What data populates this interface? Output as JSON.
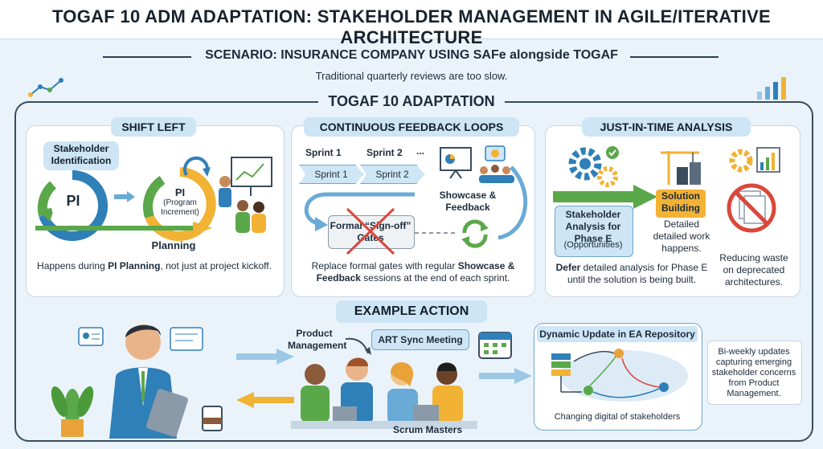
{
  "title": "TOGAF 10 ADM ADAPTATION: STAKEHOLDER MANAGEMENT IN AGILE/ITERATIVE ARCHITECTURE",
  "scenario": "SCENARIO: INSURANCE COMPANY USING SAFe alongside TOGAF",
  "scenario_sub": "Traditional quarterly reviews are too slow.",
  "adaptation_heading": "TOGAF 10 ADAPTATION",
  "panels": {
    "shift_left": {
      "title": "SHIFT LEFT",
      "stakeholder_tag": "Stakeholder Identification",
      "pi_left": "PI",
      "pi_right": "PI",
      "pi_right_sub": "(Program Increment)",
      "planning": "Planning",
      "caption_pre": "Happens during ",
      "caption_bold": "PI Planning",
      "caption_post": ", not just at project kickoff."
    },
    "feedback": {
      "title": "CONTINUOUS FEEDBACK LOOPS",
      "sprint1_head": "Sprint 1",
      "sprint2_head": "Sprint 2",
      "ellipsis": "...",
      "sprint1": "Sprint 1",
      "sprint2": "Sprint 2",
      "showcase": "Showcase & Feedback",
      "gate": "Formal “Sign-off” Gates",
      "caption_pre": "Replace formal gates with regular ",
      "caption_bold1": "Showcase & Feedback",
      "caption_post": " sessions at the end of each sprint."
    },
    "jit": {
      "title": "JUST-IN-TIME ANALYSIS",
      "stakeholder": "Stakeholder Analysis for Phase E",
      "stakeholder_sub": "(Opportunities)",
      "solution": "Solution Building",
      "detailed": "Detailed detailed work happens.",
      "waste": "Reducing waste on deprecated architectures.",
      "caption_bold": "Defer",
      "caption_post": " detailed analysis for Phase E until the solution is being built."
    }
  },
  "example": {
    "heading": "EXAMPLE ACTION",
    "product_mgmt": "Product Management",
    "art_sync": "ART Sync Meeting",
    "scrum": "Scrum Masters",
    "repo_title": "Dynamic Update in EA Repository",
    "repo_caption": "Changing digital of stakeholders",
    "note": "Bi-weekly updates capturing emerging stakeholder concerns from Product Management."
  },
  "colors": {
    "accent_blue": "#2f7fb8",
    "accent_green": "#5aa84a",
    "accent_yellow": "#f2b234",
    "red": "#d9483b",
    "background": "#eaf3fa"
  }
}
